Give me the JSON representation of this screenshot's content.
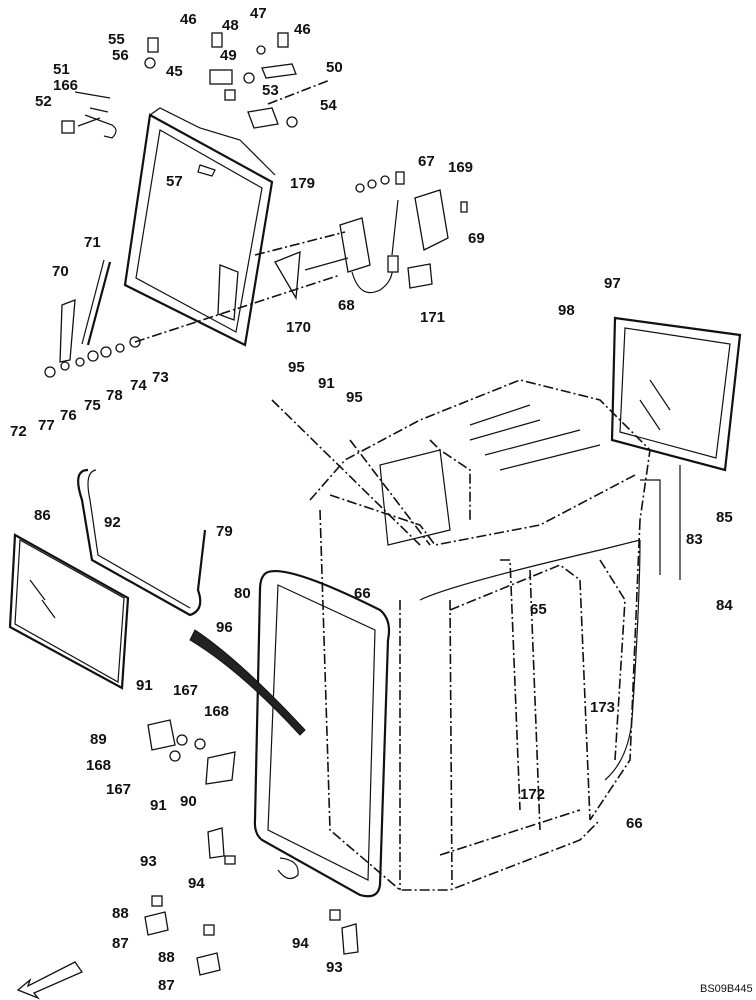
{
  "diagram": {
    "code": "BS09B445",
    "labels": [
      "55",
      "56",
      "46",
      "48",
      "47",
      "46",
      "49",
      "45",
      "50",
      "51",
      "166",
      "52",
      "53",
      "54",
      "57",
      "179",
      "67",
      "169",
      "69",
      "71",
      "70",
      "68",
      "170",
      "171",
      "97",
      "98",
      "72",
      "77",
      "76",
      "75",
      "78",
      "74",
      "73",
      "95",
      "91",
      "95",
      "85",
      "86",
      "92",
      "79",
      "80",
      "66",
      "83",
      "84",
      "65",
      "96",
      "91",
      "167",
      "168",
      "89",
      "168",
      "167",
      "91",
      "90",
      "173",
      "172",
      "66",
      "93",
      "94",
      "88",
      "87",
      "88",
      "87",
      "94",
      "93"
    ]
  }
}
